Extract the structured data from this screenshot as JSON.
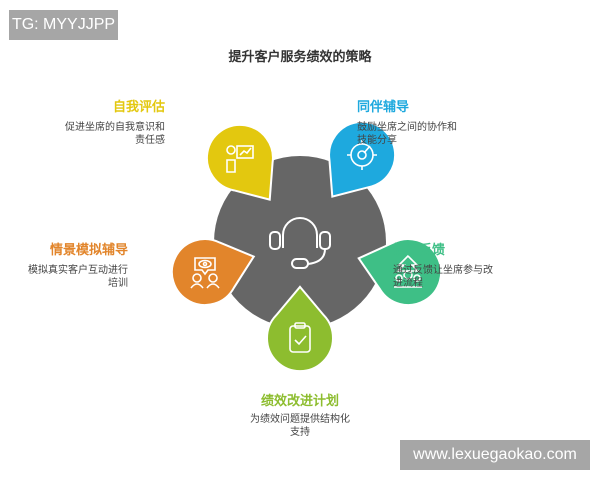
{
  "watermark_top": "TG: MYYJJPP",
  "watermark_bottom": "www.lexuegaokao.com",
  "title": "提升客户服务绩效的策略",
  "center": {
    "icon": "headset-icon",
    "color": "#666666"
  },
  "items": [
    {
      "title": "自我评估",
      "desc": [
        "促进坐席的自我意识和",
        "责任感"
      ],
      "color": "#e3c80f",
      "icon": "presentation-chart-icon"
    },
    {
      "title": "同伴辅导",
      "desc": [
        "鼓励坐席之间的协作和",
        "技能分享"
      ],
      "color": "#1ea9de",
      "icon": "target-gauge-icon"
    },
    {
      "title": "情景模拟辅导",
      "desc": [
        "模拟真实客户互动进行",
        "培训"
      ],
      "color": "#e2852b",
      "icon": "eye-people-icon"
    },
    {
      "title": "协作反馈",
      "desc": [
        "通过反馈让坐席参与改",
        "进流程"
      ],
      "color": "#3ebf86",
      "icon": "team-arrow-icon"
    },
    {
      "title": "绩效改进计划",
      "desc": [
        "为绩效问题提供结构化",
        "支持"
      ],
      "color": "#8dbd2f",
      "icon": "clipboard-check-icon"
    }
  ]
}
